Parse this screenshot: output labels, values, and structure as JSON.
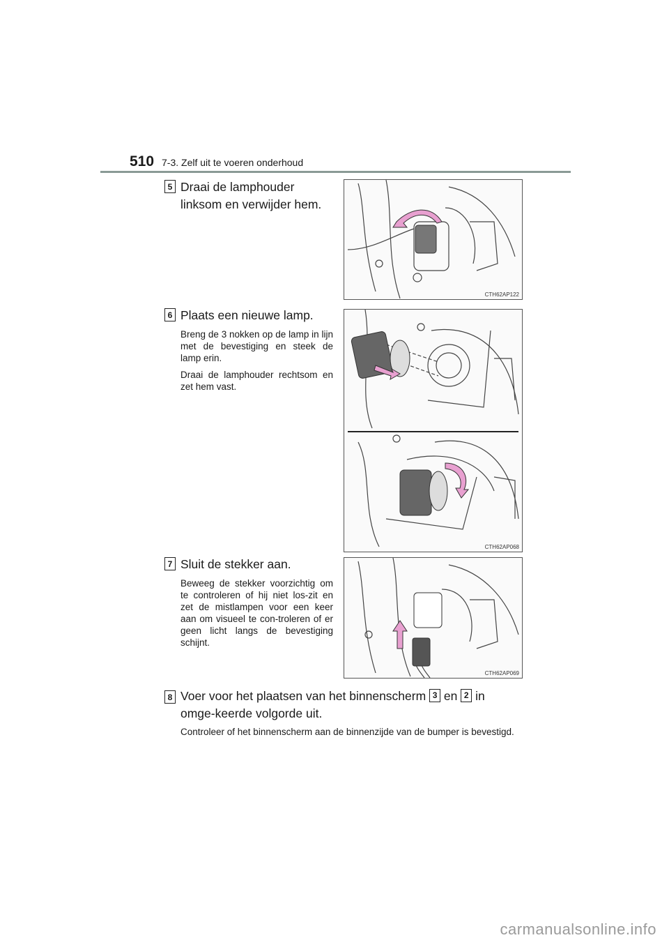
{
  "header": {
    "page_number": "510",
    "section": "7-3. Zelf uit te voeren onderhoud"
  },
  "steps": [
    {
      "number": "5",
      "heading": "Draai de lamphouder linksom en verwijder hem.",
      "figure_code": "CTH62AP122"
    },
    {
      "number": "6",
      "heading": "Plaats een nieuwe lamp.",
      "paragraphs": [
        "Breng de 3 nokken op de lamp in lijn met de bevestiging en steek de lamp erin.",
        "Draai de lamphouder rechtsom en zet hem vast."
      ],
      "figure_code": "CTH62AP068"
    },
    {
      "number": "7",
      "heading": "Sluit de stekker aan.",
      "paragraphs": [
        "Beweeg de stekker voorzichtig om te controleren of hij niet los-zit en zet de mistlampen voor een keer aan om visueel te con-troleren of er geen licht langs de bevestiging schijnt."
      ],
      "figure_code": "CTH62AP069"
    },
    {
      "number": "8",
      "heading_before": "Voer voor het plaatsen van het binnenscherm",
      "ref_a": "3",
      "heading_mid": "en",
      "ref_b": "2",
      "heading_after": "in omge-keerde volgorde uit.",
      "paragraphs": [
        "Controleer of het binnenscherm aan de binnenzijde van de bumper is bevestigd."
      ]
    }
  ],
  "colors": {
    "arrow_pink": "#e8a0d0",
    "rule": "#8a9a96"
  },
  "watermark": "carmanualsonline.info"
}
